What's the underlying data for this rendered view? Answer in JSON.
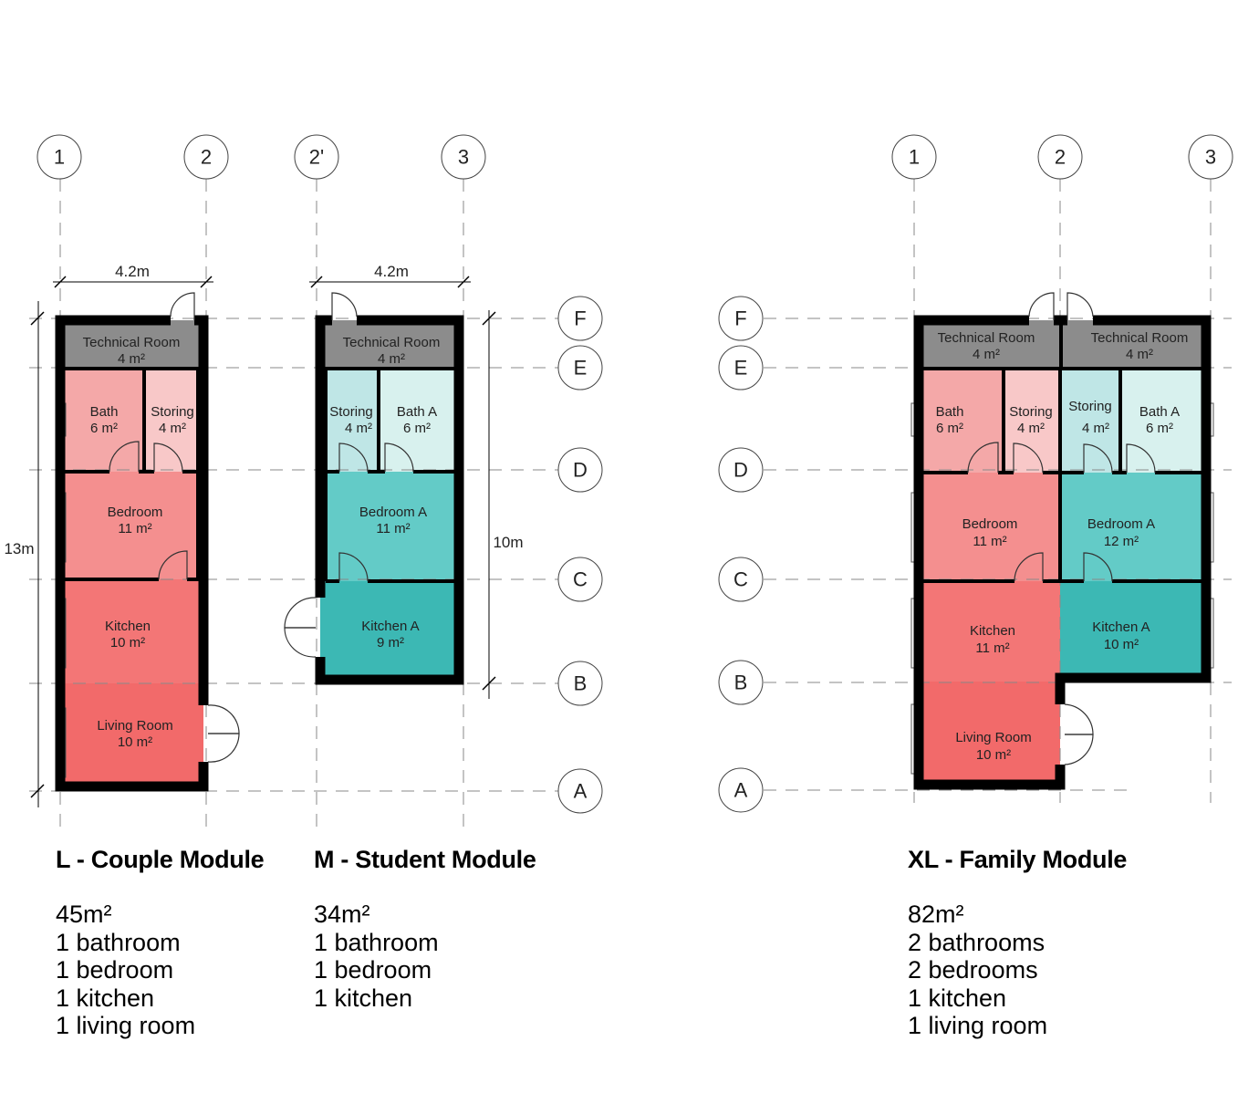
{
  "colors": {
    "technical_room": "#8c8c8c",
    "bath_couple": "#f4a8a8",
    "storing_couple": "#f8c8c8",
    "bedroom_couple": "#f48f8f",
    "kitchen_couple": "#f37676",
    "living_room": "#f26a6a",
    "storing_student": "#bfe6e6",
    "bath_student": "#d8f1ee",
    "bedroom_student": "#63cbc7",
    "kitchen_student": "#3cb8b4"
  },
  "grid": {
    "columns_left": [
      "1",
      "2",
      "2'",
      "3"
    ],
    "columns_right": [
      "1",
      "2",
      "3"
    ],
    "rows": [
      "F",
      "E",
      "D",
      "C",
      "B",
      "A"
    ]
  },
  "dimensions": {
    "couple_width": "4.2m",
    "student_width": "4.2m",
    "couple_length": "13m",
    "student_length": "10m"
  },
  "rooms": {
    "couple": {
      "technical": {
        "name": "Technical Room",
        "area": "4 m²"
      },
      "bath": {
        "name": "Bath",
        "area": "6 m²"
      },
      "storing": {
        "name": "Storing",
        "area": "4 m²"
      },
      "bedroom": {
        "name": "Bedroom",
        "area": "11 m²"
      },
      "kitchen": {
        "name": "Kitchen",
        "area": "10 m²"
      },
      "living": {
        "name": "Living Room",
        "area": "10 m²"
      }
    },
    "student": {
      "technical": {
        "name": "Technical Room",
        "area": "4 m²"
      },
      "storing": {
        "name": "Storing",
        "area": "4 m²"
      },
      "bath": {
        "name": "Bath A",
        "area": "6 m²"
      },
      "bedroom": {
        "name": "Bedroom A",
        "area": "11 m²"
      },
      "kitchen": {
        "name": "Kitchen A",
        "area": "9 m²"
      }
    },
    "family": {
      "technical_1": {
        "name": "Technical Room",
        "area": "4 m²"
      },
      "technical_2": {
        "name": "Technical Room",
        "area": "4 m²"
      },
      "bath": {
        "name": "Bath",
        "area": "6 m²"
      },
      "storing_1": {
        "name": "Storing",
        "area": "4 m²"
      },
      "storing_2": {
        "name": "Storing",
        "area": "4 m²"
      },
      "bath_a": {
        "name": "Bath A",
        "area": "6 m²"
      },
      "bedroom": {
        "name": "Bedroom",
        "area": "11 m²"
      },
      "bedroom_a": {
        "name": "Bedroom A",
        "area": "12 m²"
      },
      "kitchen": {
        "name": "Kitchen",
        "area": "11 m²"
      },
      "kitchen_a": {
        "name": "Kitchen A",
        "area": "10 m²"
      },
      "living": {
        "name": "Living Room",
        "area": "10 m²"
      }
    }
  },
  "modules": {
    "couple": {
      "title": "L - Couple Module",
      "specs": [
        "45m²",
        "1 bathroom",
        "1 bedroom",
        "1 kitchen",
        "1 living room"
      ]
    },
    "student": {
      "title": "M - Student Module",
      "specs": [
        "34m²",
        "1 bathroom",
        "1 bedroom",
        "1 kitchen"
      ]
    },
    "family": {
      "title": "XL - Family Module",
      "specs": [
        "82m²",
        "2 bathrooms",
        "2 bedrooms",
        "1 kitchen",
        "1 living room"
      ]
    }
  }
}
